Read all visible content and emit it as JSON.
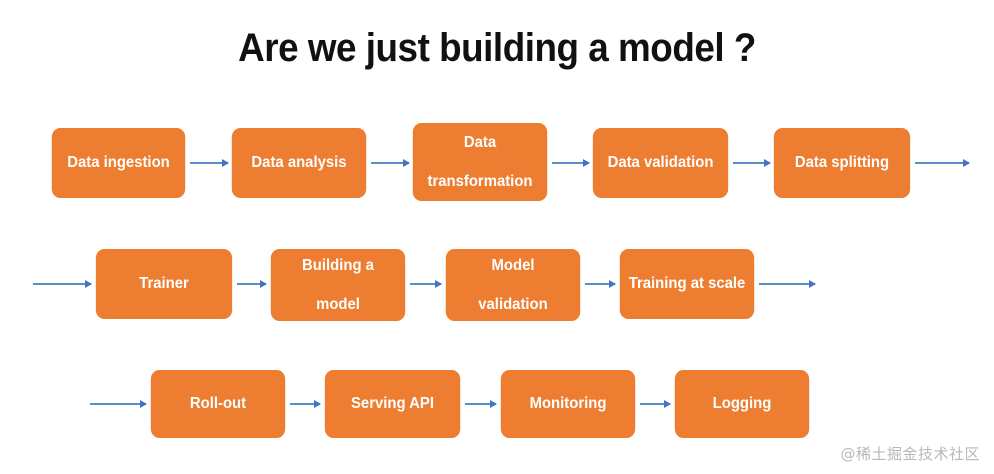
{
  "slide": {
    "title": "Are we just building a model ?",
    "background_color": "#ffffff",
    "node_color": "#ED7D31",
    "node_text_color": "#ffffff",
    "arrow_color": "#4472C4",
    "title_color": "#111111"
  },
  "watermark": {
    "text": "@稀土掘金技术社区",
    "color": "#b8b8b8"
  },
  "rows": [
    {
      "name": "data-pipeline-row",
      "nodes": [
        {
          "label": "Data ingestion"
        },
        {
          "label": "Data analysis"
        },
        {
          "label": "Data\ntransformation",
          "line1": "Data",
          "line2": "transformation"
        },
        {
          "label": "Data validation"
        },
        {
          "label": "Data splitting"
        }
      ]
    },
    {
      "name": "training-row",
      "nodes": [
        {
          "label": "Trainer"
        },
        {
          "label": "Building a\nmodel",
          "line1": "Building a",
          "line2": "model"
        },
        {
          "label": "Model\nvalidation",
          "line1": "Model",
          "line2": "validation"
        },
        {
          "label": "Training at scale"
        }
      ]
    },
    {
      "name": "serving-row",
      "nodes": [
        {
          "label": "Roll-out"
        },
        {
          "label": "Serving API"
        },
        {
          "label": "Monitoring"
        },
        {
          "label": "Logging"
        }
      ]
    }
  ]
}
